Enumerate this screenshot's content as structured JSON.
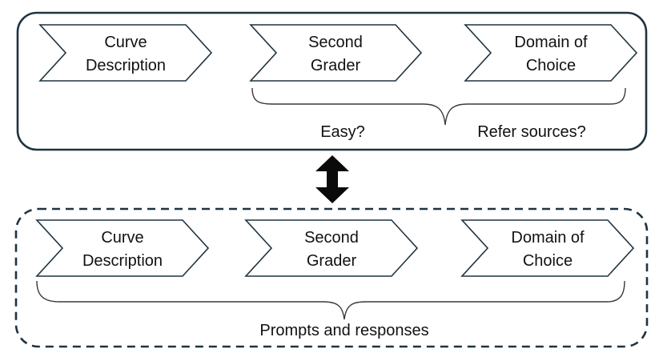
{
  "colors": {
    "frame_stroke": "#1f3340",
    "chevron_stroke": "#1f3340",
    "brace_stroke": "#3a3a3a",
    "arrow_fill": "#0a0a0a",
    "text": "#111111"
  },
  "top_panel": {
    "border_style": "solid",
    "chevrons": [
      {
        "line1": "Curve",
        "line2": "Description"
      },
      {
        "line1": "Second",
        "line2": "Grader"
      },
      {
        "line1": "Domain of",
        "line2": "Choice"
      }
    ],
    "captions": {
      "easy": "Easy?",
      "sources": "Refer sources?"
    }
  },
  "connector": {
    "icon": "double-headed-vertical-arrow-icon"
  },
  "bottom_panel": {
    "border_style": "dashed",
    "chevrons": [
      {
        "line1": "Curve",
        "line2": "Description"
      },
      {
        "line1": "Second",
        "line2": "Grader"
      },
      {
        "line1": "Domain of",
        "line2": "Choice"
      }
    ],
    "caption": "Prompts and responses"
  }
}
